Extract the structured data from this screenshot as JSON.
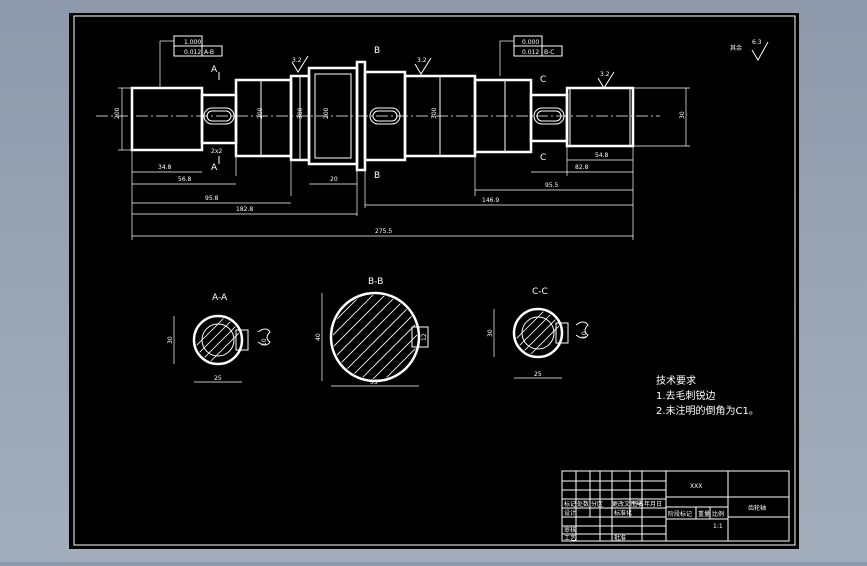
{
  "drawing": {
    "frame_color": "#ffffff",
    "paper_color": "#000000",
    "background_color": "#97a2b3"
  },
  "surface_finish": {
    "roughness_corner": "6.3",
    "roughness_corner_label": "其余",
    "roughness_a": "3.2",
    "roughness_b": "3.2",
    "roughness_c": "3.2"
  },
  "tolerances": {
    "left_flat": "1.000",
    "left_sym": "0.012",
    "left_datum": "A-B",
    "right_flat": "0.000",
    "right_sym": "0.012",
    "right_datum": "B-C"
  },
  "section_marks": {
    "a": "A",
    "b": "B",
    "c": "C"
  },
  "dimensions": {
    "d_left_end": "200",
    "d_journal": "200",
    "d_collar": "300",
    "d_mid_boss": "200",
    "d_right_mid": "300",
    "d_right_end": "30",
    "len_34_8": "34.8",
    "len_56_8": "56.8",
    "len_95_8": "95.8",
    "len_182_8": "182.8",
    "len_275_5": "275.5",
    "len_2x2": "2x2",
    "len_20": "20",
    "len_54_8": "54.8",
    "len_82_8": "82.8",
    "len_95_5": "95.5",
    "len_146_9": "146.9"
  },
  "sections": {
    "aa_title": "A-A",
    "aa_dia": "30",
    "aa_width": "25",
    "aa_key": "10",
    "bb_title": "B-B",
    "bb_dia": "40",
    "bb_width": "35",
    "bb_key": "12",
    "cc_title": "C-C",
    "cc_dia": "30",
    "cc_width": "25",
    "cc_key": "10"
  },
  "notes": {
    "title": "技术要求",
    "line1": "1.去毛刺锐边",
    "line2": "2.未注明的倒角为C1。"
  },
  "title_block": {
    "part_name": "XXX",
    "drawing_no": "齿轮轴",
    "scale": "1:1",
    "weight_label": "重量",
    "scale_label": "比例",
    "stage_label": "阶段标记",
    "designer_label": "设计",
    "checker_label": "审核",
    "process_label": "工艺",
    "approve_label": "批准",
    "headers": [
      "标记",
      "处数",
      "分区",
      "更改文件号",
      "签名",
      "年月日"
    ],
    "standard_label": "标准化"
  }
}
